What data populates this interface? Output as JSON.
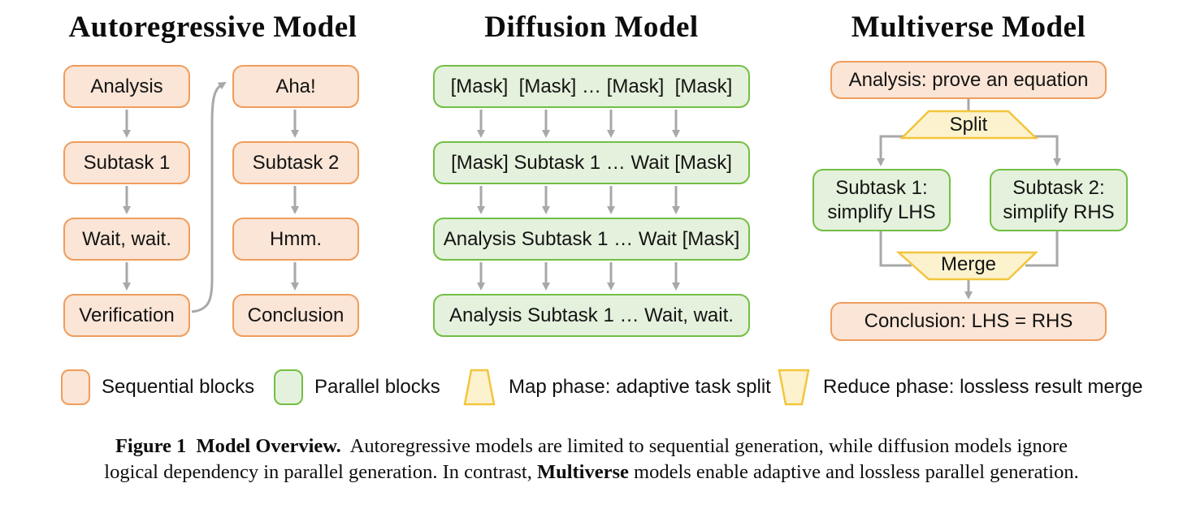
{
  "sections": {
    "autoregressive": {
      "title": "Autoregressive Model",
      "left_column": [
        "Analysis",
        "Subtask 1",
        "Wait, wait.",
        "Verification"
      ],
      "right_column": [
        "Aha!",
        "Subtask 2",
        "Hmm.",
        "Conclusion"
      ]
    },
    "diffusion": {
      "title": "Diffusion Model",
      "rows": [
        "[Mask]  [Mask] … [Mask]  [Mask]",
        "[Mask] Subtask 1 … Wait [Mask]",
        "Analysis Subtask 1 … Wait [Mask]",
        "Analysis Subtask 1 … Wait, wait."
      ]
    },
    "multiverse": {
      "title": "Multiverse Model",
      "analysis": "Analysis: prove an equation",
      "split_label": "Split",
      "subtask1": "Subtask 1:\nsimplify LHS",
      "subtask2": "Subtask 2:\nsimplify RHS",
      "merge_label": "Merge",
      "conclusion": "Conclusion: LHS = RHS"
    }
  },
  "legend": {
    "items": [
      {
        "shape": "sequential-block-swatch",
        "label": "Sequential blocks"
      },
      {
        "shape": "parallel-block-swatch",
        "label": "Parallel blocks"
      },
      {
        "shape": "map-trapezoid-swatch",
        "label": "Map phase: adaptive task split"
      },
      {
        "shape": "reduce-trapezoid-swatch",
        "label": "Reduce phase: lossless result merge"
      }
    ]
  },
  "caption": {
    "figure_bold": "Figure 1  Model Overview.",
    "line1_rest": "  Autoregressive models are limited to sequential generation, while diffusion models ignore",
    "line2_before": "logical dependency in parallel generation. In contrast, ",
    "line2_bold": "Multiverse",
    "line2_after": " models enable adaptive and lossless parallel generation."
  },
  "colors": {
    "sequential_fill": "#FBE5D6",
    "sequential_border": "#EF9D5D",
    "parallel_fill": "#E4F1DC",
    "parallel_border": "#72BF44",
    "phase_fill": "#FDF2CE",
    "phase_border": "#F2C53D",
    "arrow_gray": "#A8A8A8",
    "text": "#141414"
  }
}
